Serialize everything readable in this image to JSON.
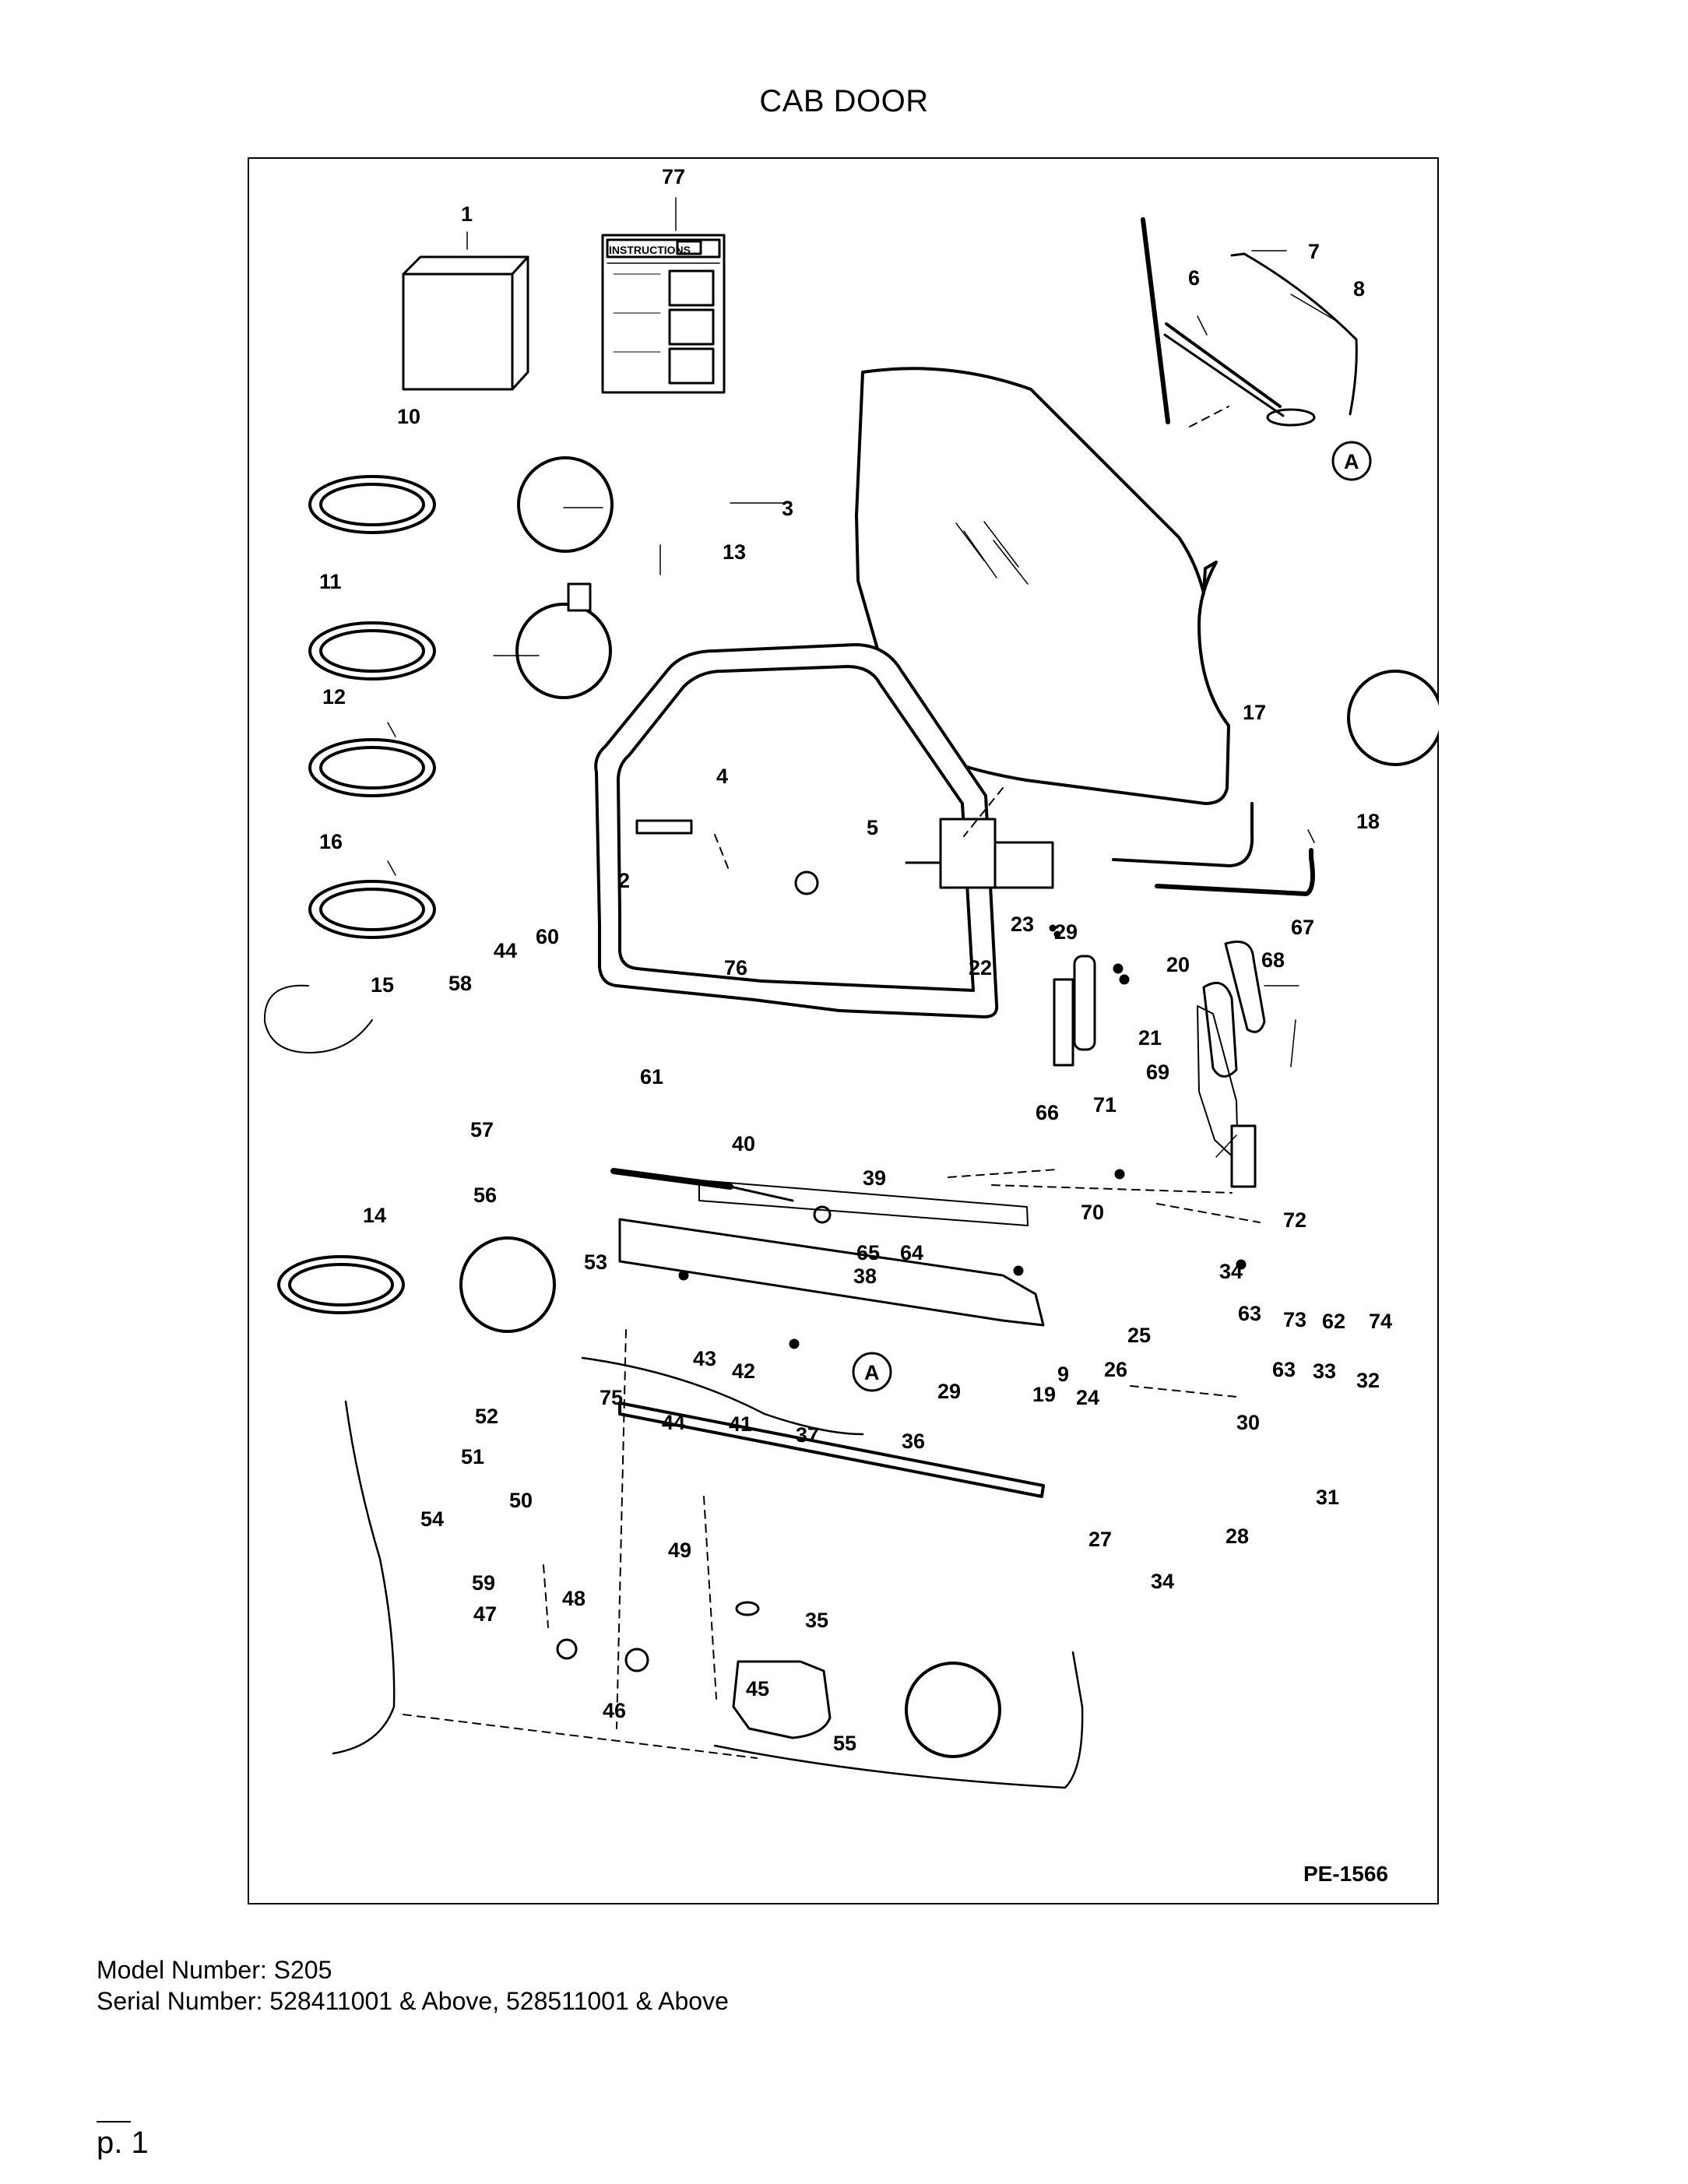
{
  "title": "CAB DOOR",
  "diagram": {
    "code": "PE-1566",
    "instructions_label": "INSTRUCTIONS",
    "callouts": [
      "1",
      "2",
      "3",
      "4",
      "5",
      "6",
      "7",
      "8",
      "9",
      "10",
      "11",
      "12",
      "13",
      "14",
      "15",
      "16",
      "17",
      "18",
      "19",
      "20",
      "21",
      "22",
      "23",
      "24",
      "25",
      "26",
      "27",
      "28",
      "29",
      "29",
      "30",
      "31",
      "32",
      "33",
      "34",
      "34",
      "35",
      "36",
      "37",
      "38",
      "39",
      "40",
      "41",
      "42",
      "43",
      "44",
      "44",
      "45",
      "46",
      "47",
      "48",
      "49",
      "50",
      "51",
      "52",
      "53",
      "54",
      "55",
      "56",
      "57",
      "58",
      "59",
      "60",
      "61",
      "62",
      "63",
      "63",
      "64",
      "65",
      "66",
      "67",
      "68",
      "69",
      "70",
      "71",
      "72",
      "73",
      "74",
      "75",
      "76",
      "77"
    ],
    "reference_markers": [
      "A",
      "A"
    ]
  },
  "footer": {
    "model": "Model Number: S205",
    "serial": "Serial Number: 528411001 & Above, 528511001 & Above",
    "page": "p. 1"
  }
}
